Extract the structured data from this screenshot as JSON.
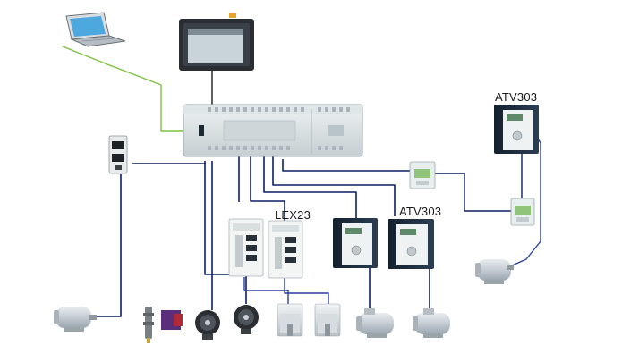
{
  "labels": {
    "atv303_top": "ATV303",
    "lex23": "LEX23",
    "atv303_mid": "ATV303"
  },
  "colors": {
    "background": "#ffffff",
    "ethernet_link": "#7dc23f",
    "control_wire": "#0b1f66",
    "signal_wire": "#2a3f9c",
    "plc_body": "#d8e0e2",
    "drive_body": "#1b2b3d",
    "drive_face": "#eef2f2",
    "motor_body": "#c6ced4",
    "hmi_frame": "#2a2e33"
  },
  "devices": {
    "laptop": "laptop-icon",
    "hmi": "touchscreen-hmi",
    "plc": "plc-controller",
    "power_supply": "power-module",
    "relays": "relay-module",
    "servo_drives": "lexium-servo-drive",
    "vsd": "altivar-drive",
    "motors": "motor-icon",
    "sensors": "sensor-icon",
    "encoders": "encoder-icon"
  }
}
